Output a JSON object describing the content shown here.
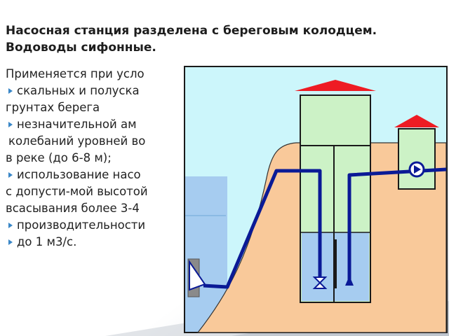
{
  "title": "Насосная станция разделена с береговым колодцем. Водоводы сифонные.",
  "body": {
    "intro": "Применяется при усло",
    "bullet1_line1": "скальных и полуска",
    "bullet1_line2": "грунтах берега",
    "bullet2_line1": "незначительной ам",
    "bullet2_line2": "колебаний уровней во",
    "bullet2_line3": "в реке (до 6-8 м);",
    "bullet3_line1": "использование насо",
    "bullet3_line2": "с допусти-мой высотой",
    "bullet3_line3": "всасывания более 3-4",
    "bullet4_line1": "производительности",
    "bullet5_line1": "до 1 м3/с."
  },
  "figure": {
    "colors": {
      "sky": "#ccf6fb",
      "ground": "#f9c99a",
      "water": "#a6ccf0",
      "building": "#ccf2c6",
      "roof": "#ee1c24",
      "pipe": "#0a1a96",
      "intake": "#8a8a8a",
      "bullet": "#3a87c7"
    },
    "icons": [
      "pump-icon",
      "valve-icon",
      "intake-grate-icon"
    ]
  }
}
